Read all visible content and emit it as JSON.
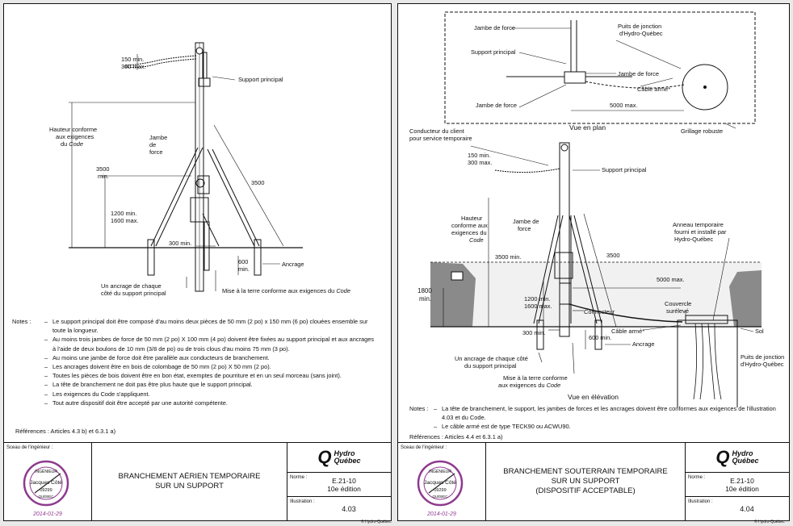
{
  "left": {
    "labels": {
      "support_principal": "Support principal",
      "dim_150_300_a": "150 min.",
      "dim_150_300_b": "300 max.",
      "hauteur_1": "Hauteur conforme",
      "hauteur_2": "aux exigences",
      "hauteur_3": "du",
      "hauteur_code": "Code",
      "jambe_1": "Jambe",
      "jambe_2": "de",
      "jambe_3": "force",
      "dim_3500_a": "3500",
      "dim_3500_b": "min.",
      "dim_3500_diag": "3500",
      "dim_1200_a": "1200 min.",
      "dim_1200_b": "1600 max.",
      "dim_300_min": "300 min.",
      "dim_600_a": "600",
      "dim_600_b": "min.",
      "ancrage": "Ancrage",
      "ancrage_chaque_1": "Un ancrage de chaque",
      "ancrage_chaque_2": "côté du support principal",
      "mise_terre": "Mise à la terre conforme aux exigences du",
      "mise_terre_code": "Code"
    },
    "notes_label": "Notes :",
    "notes": [
      "Le support principal doit être composé d'au moins deux pièces de 50 mm (2 po) x 150 mm (6 po) clouées ensemble sur toute la longueur.",
      "Au moins trois jambes de force de 50 mm (2 po) X 100 mm (4 po) doivent être fixées au support principal et aux ancrages à l'aide de deux boulons de 10 mm (3/8 de po) ou de trois clous d'au moins 75 mm (3 po).",
      "Au moins une jambe de force doit être parallèle aux conducteurs de branchement.",
      "Les ancrages doivent être en bois de colombage de 50 mm (2 po) X 50 mm (2 po).",
      "Toutes les pièces de bois doivent être en bon état, exemptes de pourriture et en un seul morceau (sans joint).",
      "La tête de branchement ne doit pas être plus haute que le support principal.",
      "Les exigences du Code s'appliquent.",
      "Tout autre dispositif doit être accepté par une autorité compétente."
    ],
    "references": "Références :  Articles 4.3 b) et 6.3.1 a)",
    "titleblock": {
      "seal_label": "Sceau de l'ingénieur :",
      "seal_top": "INGÉNIEUR",
      "seal_name": "Jacques Côté",
      "seal_number": "09299",
      "seal_bottom": "QUÉBEC",
      "seal_date": "2014-01-29",
      "title_line1": "BRANCHEMENT AÉRIEN TEMPORAIRE",
      "title_line2": "SUR UN SUPPORT",
      "title_line3": "",
      "logo_q": "Q",
      "logo_line1": "Hydro",
      "logo_line2": "Québec",
      "norme_label": "Norme :",
      "norme_value": "E.21-10",
      "edition": "10e édition",
      "illustration_label": "Illustration :",
      "illustration_value": "4.03"
    },
    "copyright": "© Hydro-Québec"
  },
  "right": {
    "labels": {
      "jambe_force_top": "Jambe de force",
      "support_principal_top": "Support principal",
      "jambe_force_bottom": "Jambe de force",
      "puits_1": "Puits de jonction",
      "puits_2": "d'Hydro-Québec",
      "jambe_force_right": "Jambe de force",
      "cable_arme_top": "Câble armé*",
      "dim_5000_plan": "5000 max.",
      "grillage": "Grillage robuste",
      "vue_plan": "Vue en plan",
      "conducteur_1": "Conducteur du client",
      "conducteur_2": "pour service temporaire",
      "dim_150": "150 min.",
      "dim_300": "300 max.",
      "support_principal": "Support principal",
      "hauteur_1": "Hauteur",
      "hauteur_2": "conforme aux",
      "hauteur_3": "exigences du",
      "hauteur_code": "Code",
      "jambe_1": "Jambe de",
      "jambe_2": "force",
      "dim_3500_vert": "3500 min.",
      "dim_3500_diag": "3500",
      "anneau_1": "Anneau temporaire",
      "anneau_2": "fourni et installé par",
      "anneau_3": "Hydro-Québec",
      "dim_1800_a": "1800",
      "dim_1800_b": "min.",
      "dim_5000_elev": "5000 max.",
      "couvercle_1": "Couvercle",
      "couvercle_2": "surélevé",
      "dim_1200": "1200 min.",
      "dim_1600": "1600 max.",
      "connecteur": "Connecteur",
      "dim_300_min": "300 min.",
      "dim_600_min": "600 min.",
      "cable_arme": "Câble armé*",
      "ancrage": "Ancrage",
      "sol": "Sol",
      "puits_side_1": "Puits de jonction",
      "puits_side_2": "d'Hydro-Québec",
      "ancrage_chaque_1": "Un ancrage de chaque côté",
      "ancrage_chaque_2": "du support principal",
      "mise_terre_1": "Mise à la terre conforme",
      "mise_terre_2": "aux exigences du",
      "mise_terre_code": "Code",
      "vue_elevation": "Vue en élévation"
    },
    "notes_label": "Notes :",
    "notes": [
      "La tête de branchement, le support, les jambes de forces et les ancrages doivent être conformes aux exigences de l'illustration 4.03 et du Code.",
      "Le câble armé est de type TECK90 ou ACWU90."
    ],
    "references": "Références :  Articles 4.4 et 6.3.1 a)",
    "titleblock": {
      "seal_label": "Sceau de l'ingénieur :",
      "seal_top": "INGÉNIEUR",
      "seal_name": "Jacques Côté",
      "seal_number": "09299",
      "seal_bottom": "QUÉBEC",
      "seal_date": "2014-01-29",
      "title_line1": "BRANCHEMENT SOUTERRAIN TEMPORAIRE",
      "title_line2": "SUR UN SUPPORT",
      "title_line3": "(DISPOSITIF ACCEPTABLE)",
      "logo_q": "Q",
      "logo_line1": "Hydro",
      "logo_line2": "Québec",
      "norme_label": "Norme :",
      "norme_value": "E.21-10",
      "edition": "10e édition",
      "illustration_label": "Illustration :",
      "illustration_value": "4.04"
    },
    "copyright": "© Hydro-Québec"
  }
}
